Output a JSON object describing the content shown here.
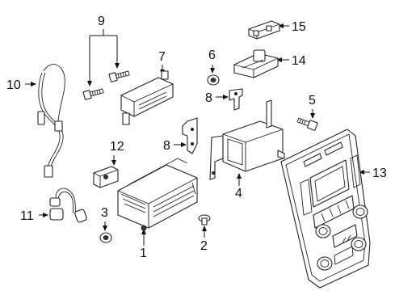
{
  "diagram": {
    "callouts": [
      {
        "id": "1",
        "text": "1"
      },
      {
        "id": "2",
        "text": "2"
      },
      {
        "id": "3",
        "text": "3"
      },
      {
        "id": "4",
        "text": "4"
      },
      {
        "id": "5",
        "text": "5"
      },
      {
        "id": "6",
        "text": "6"
      },
      {
        "id": "7",
        "text": "7"
      },
      {
        "id": "8a",
        "text": "8"
      },
      {
        "id": "8b",
        "text": "8"
      },
      {
        "id": "9",
        "text": "9"
      },
      {
        "id": "10",
        "text": "10"
      },
      {
        "id": "11",
        "text": "11"
      },
      {
        "id": "12",
        "text": "12"
      },
      {
        "id": "13",
        "text": "13"
      },
      {
        "id": "14",
        "text": "14"
      },
      {
        "id": "15",
        "text": "15"
      }
    ]
  }
}
